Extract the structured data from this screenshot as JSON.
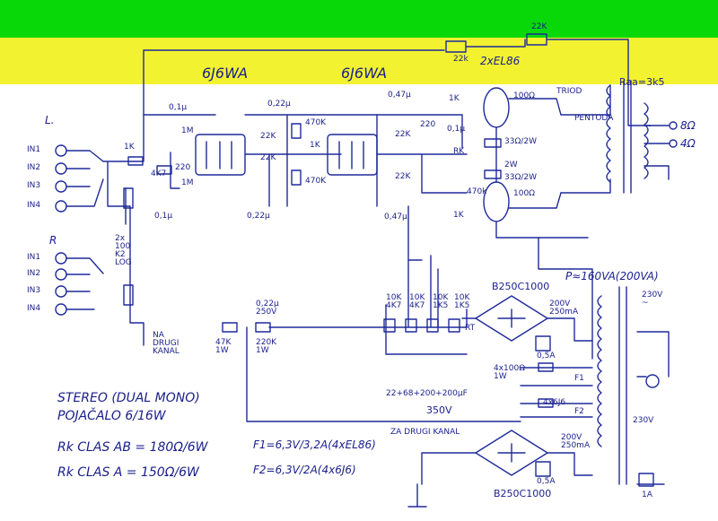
{
  "colors": {
    "banner_green": "#08d808",
    "banner_yellow": "#f2f230",
    "ink": "#1e2a9a"
  },
  "title": {
    "tube1": "6J6WA",
    "tube2": "6J6WA",
    "power_tubes": "2xEL86",
    "out_transformer": "Raa=3k5",
    "power_rating": "P≈160VA(200VA)"
  },
  "inputs": {
    "left_channel": "L.",
    "right_channel": "R",
    "left": [
      "IN1",
      "IN2",
      "IN3",
      "IN4"
    ],
    "right": [
      "IN1",
      "IN2",
      "IN3",
      "IN4"
    ],
    "selector_pot": "2x 100 K2 LOG",
    "to_other_channel": "NA DRUGI KANAL"
  },
  "components": {
    "feedback_pot": "22k",
    "feedback_res": "22K",
    "c1": "0,1µ",
    "c2": "0,1µ",
    "c3": "0,22µ",
    "c4": "0,22µ",
    "c5": "0,47µ",
    "c6": "0,47µ",
    "r_1m_a": "1M",
    "r_1m_b": "1M",
    "r_1k_in": "1K",
    "r_4k7": "4K7",
    "r_220": "220",
    "r_22k_a": "22K",
    "r_22k_b": "22K",
    "r_470k_a": "470K",
    "r_470k_b": "470K",
    "r_1k_mid": "1K",
    "r_22k_c": "22K",
    "r_22k_d": "22K",
    "r_220k": "220",
    "r_1k_top": "1K",
    "r_1k_bot": "1K",
    "c_top": "0,1µ",
    "rk": "RK",
    "r_470k_c": "470k",
    "r_100_a": "100Ω",
    "r_100_b": "100Ω",
    "r_33_a": "33Ω/2W",
    "r_33_b": "33Ω/2W",
    "r_2w": "2W",
    "triod": "TRIOD",
    "pentoda": "PENTODA",
    "tap8": "8Ω",
    "tap4": "4Ω"
  },
  "psu": {
    "cap_note": "0,22µ 250V",
    "res_47k": "47K 1W",
    "res_220k": "220K 1W",
    "taps": [
      "10K 4K7",
      "10K 4K7",
      "10K 1K5",
      "10K 1K5"
    ],
    "rt": "RT",
    "bridge1": "B250C1000",
    "bridge1_v": "200V 250mA",
    "fuse1": "0,5A",
    "heater_res": "4x100Ω 1W",
    "f1": "F1",
    "f2": "F2",
    "heater_res2": "4x6J6",
    "cap_total": "22+68+200+200µF",
    "hv": "350V",
    "bridge2": "B250C1000",
    "bridge2_v": "200V 250mA",
    "fuse2": "0,5A",
    "mains_a": "230V ~",
    "mains_b": "230V",
    "main_fuse": "1A",
    "to_other": "ZA DRUGI KANAL"
  },
  "notes": {
    "line1": "STEREO (DUAL MONO)",
    "line2": "POJAČALO 6/16W",
    "rk_ab": "Rk CLAS AB = 180Ω/6W",
    "rk_a": "Rk CLAS A = 150Ω/6W",
    "f1": "F1=6,3V/3,2A(4xEL86)",
    "f2": "F2=6,3V/2A(4x6J6)"
  }
}
